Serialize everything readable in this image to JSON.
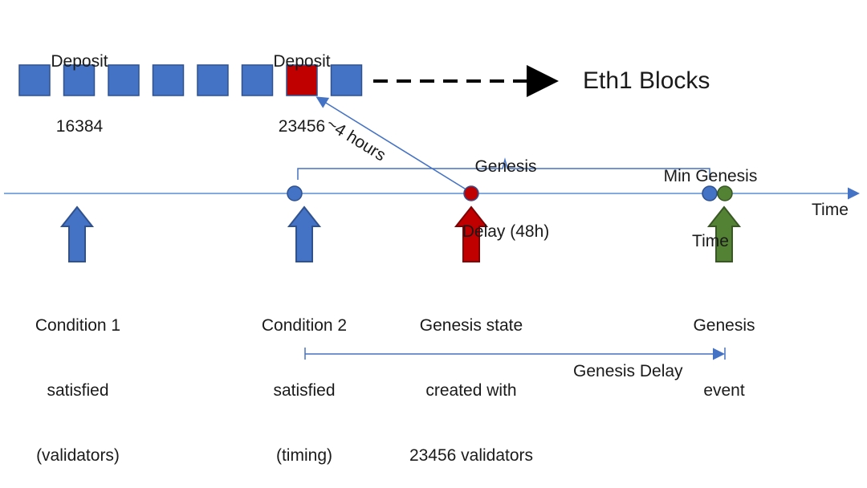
{
  "deposit_labels": [
    {
      "line1": "Deposit",
      "line2": "16384"
    },
    {
      "line1": "Deposit",
      "line2": "23456"
    }
  ],
  "eth1_label": "Eth1 Blocks",
  "blocks": {
    "count": 8,
    "highlight_index": 6
  },
  "hours_label": "~4 hours",
  "genesis_delay_brace": {
    "line1": "Genesis",
    "line2": "Delay (48h)"
  },
  "min_genesis_time": {
    "line1": "Min Genesis",
    "line2": "Time"
  },
  "timeline_label": "Time",
  "events": [
    {
      "line1": "Condition 1",
      "line2": "satisfied",
      "line3": "(validators)"
    },
    {
      "line1": "Condition 2",
      "line2": "satisfied",
      "line3": "(timing)"
    },
    {
      "line1": "Genesis state",
      "line2": "created with",
      "line3": "23456 validators"
    },
    {
      "line1": "Genesis",
      "line2": "event",
      "line3": ""
    }
  ],
  "genesis_delay_span": "Genesis Delay",
  "colors": {
    "blue": "#4472c4",
    "blue_dark": "#2f528f",
    "red": "#c00000",
    "red_dark": "#7f0000",
    "green": "#548235",
    "green_dark": "#385723",
    "line": "#5b8fd6"
  }
}
